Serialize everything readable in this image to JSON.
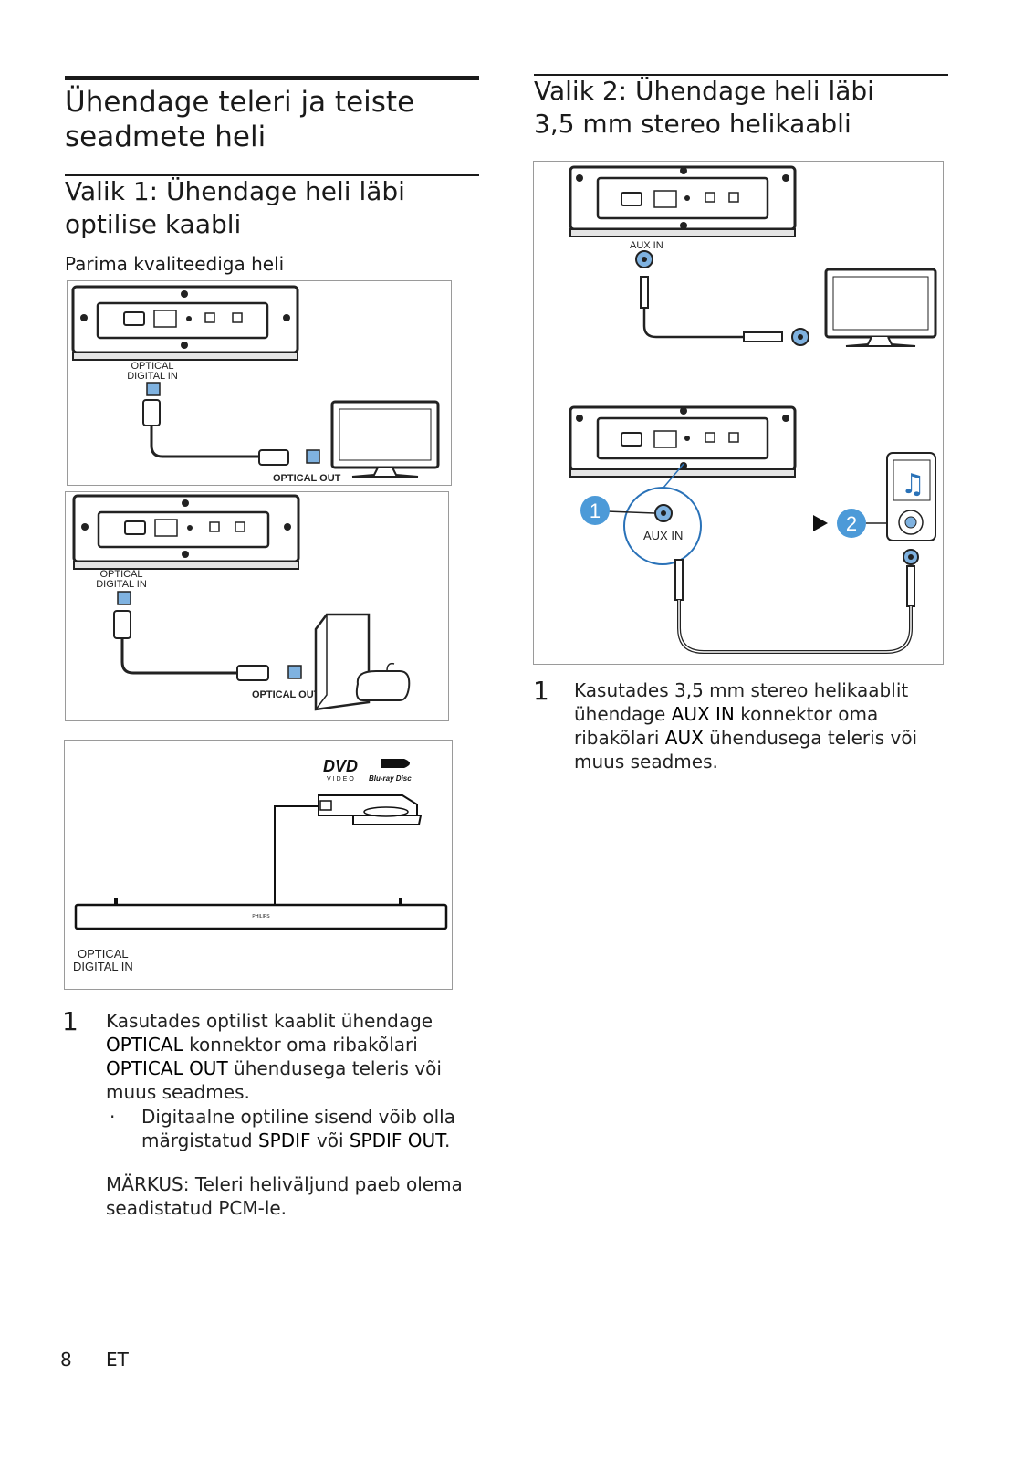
{
  "left": {
    "heading": "Ühendage teleri ja teiste seadmete heli",
    "option1_title": "Valik 1: Ühendage heli läbi optilise kaabli",
    "subheading": "Parima kvaliteediga heli",
    "fig1": {
      "port_label": "OPTICAL DIGITAL IN",
      "out_label": "OPTICAL OUT"
    },
    "fig2": {
      "port_label": "OPTICAL DIGITAL IN",
      "out_label": "OPTICAL OUT"
    },
    "fig3": {
      "port_label": "OPTICAL DIGITAL IN",
      "dvd_logo": "DVD",
      "dvd_sub": "VIDEO",
      "bluray_logo": "Blu-ray Disc",
      "brand": "PHILIPS"
    },
    "step_number": "1",
    "step_line1": "Kasutades optilist kaablit ühendage",
    "step_kw1": "OPTICAL",
    "step_line2": " konnektor oma ribakõlari",
    "step_kw2": "OPTICAL OUT",
    "step_line3": " ühendusega teleris või",
    "step_line4": "muus seadmes.",
    "bullet_pre": "Digitaalne optiline sisend võib olla märgistatud ",
    "bullet_kw1": "SPDIF",
    "bullet_mid": " või ",
    "bullet_kw2": "SPDIF OUT",
    "bullet_end": ".",
    "note": "MÄRKUS: Teleri heliväljund paeb olema seadistatud PCM-le."
  },
  "right": {
    "option2_title": "Valik 2: Ühendage heli läbi 3,5 mm stereo helikaabli",
    "fig1": {
      "port_label": "AUX IN"
    },
    "fig2": {
      "port_label": "AUX IN",
      "callout1": "1",
      "callout2": "2"
    },
    "step_number": "1",
    "step_pre": "Kasutades 3,5 mm stereo helikaablit ühendage ",
    "step_kw1": "AUX IN",
    "step_mid": " konnektor oma ribakõlari ",
    "step_kw2": "AUX",
    "step_end": " ühendusega teleris või muus seadmes."
  },
  "footer": {
    "page_number": "8",
    "lang": "ET"
  }
}
